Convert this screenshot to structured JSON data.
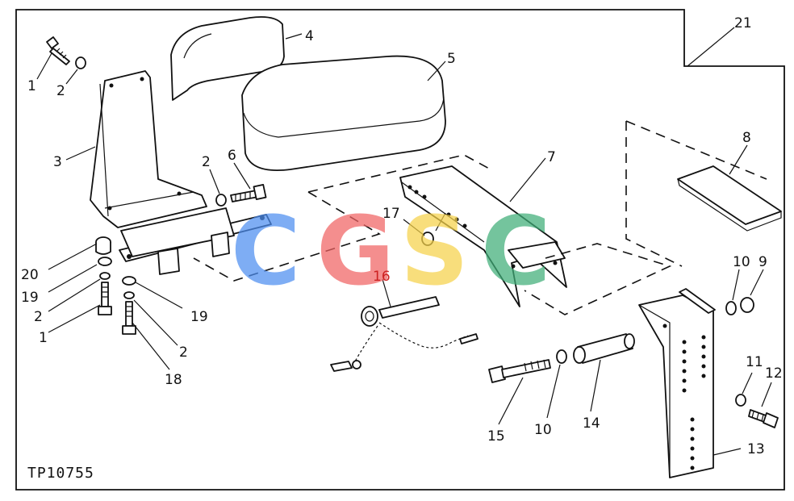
{
  "diagram": {
    "figure_code": "TP10755",
    "watermark": {
      "text": "CGSC",
      "colors": [
        "#4d8ef0",
        "#f06464",
        "#f6d24a",
        "#3fae78"
      ]
    },
    "callouts": [
      {
        "id": "c1a",
        "text": "1"
      },
      {
        "id": "c2a",
        "text": "2"
      },
      {
        "id": "c3",
        "text": "3"
      },
      {
        "id": "c4",
        "text": "4"
      },
      {
        "id": "c5",
        "text": "5"
      },
      {
        "id": "c21",
        "text": "21"
      },
      {
        "id": "c2b",
        "text": "2"
      },
      {
        "id": "c6",
        "text": "6"
      },
      {
        "id": "c7",
        "text": "7"
      },
      {
        "id": "c8",
        "text": "8"
      },
      {
        "id": "c17",
        "text": "17"
      },
      {
        "id": "c16",
        "text": "16"
      },
      {
        "id": "c20",
        "text": "20"
      },
      {
        "id": "c19a",
        "text": "19"
      },
      {
        "id": "c2c",
        "text": "2"
      },
      {
        "id": "c1b",
        "text": "1"
      },
      {
        "id": "c19b",
        "text": "19"
      },
      {
        "id": "c2d",
        "text": "2"
      },
      {
        "id": "c18",
        "text": "18"
      },
      {
        "id": "c10a",
        "text": "10"
      },
      {
        "id": "c9",
        "text": "9"
      },
      {
        "id": "c11",
        "text": "11"
      },
      {
        "id": "c12",
        "text": "12"
      },
      {
        "id": "c13",
        "text": "13"
      },
      {
        "id": "c14",
        "text": "14"
      },
      {
        "id": "c15",
        "text": "15"
      },
      {
        "id": "c10b",
        "text": "10"
      }
    ]
  }
}
